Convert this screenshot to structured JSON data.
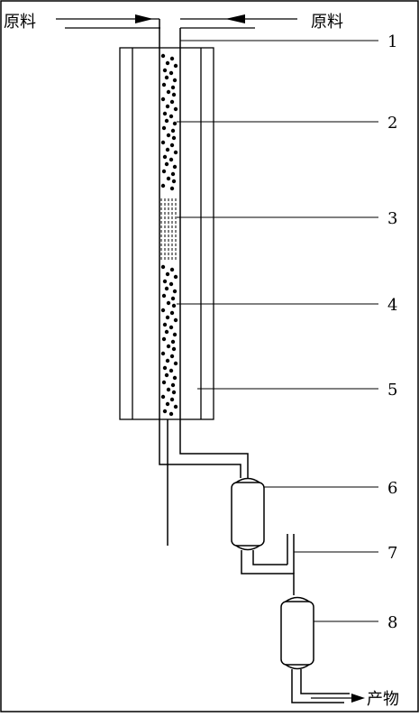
{
  "feed_left": "原料",
  "feed_right": "原料",
  "product": "产物",
  "callouts": [
    "1",
    "2",
    "3",
    "4",
    "5",
    "6",
    "7",
    "8"
  ]
}
